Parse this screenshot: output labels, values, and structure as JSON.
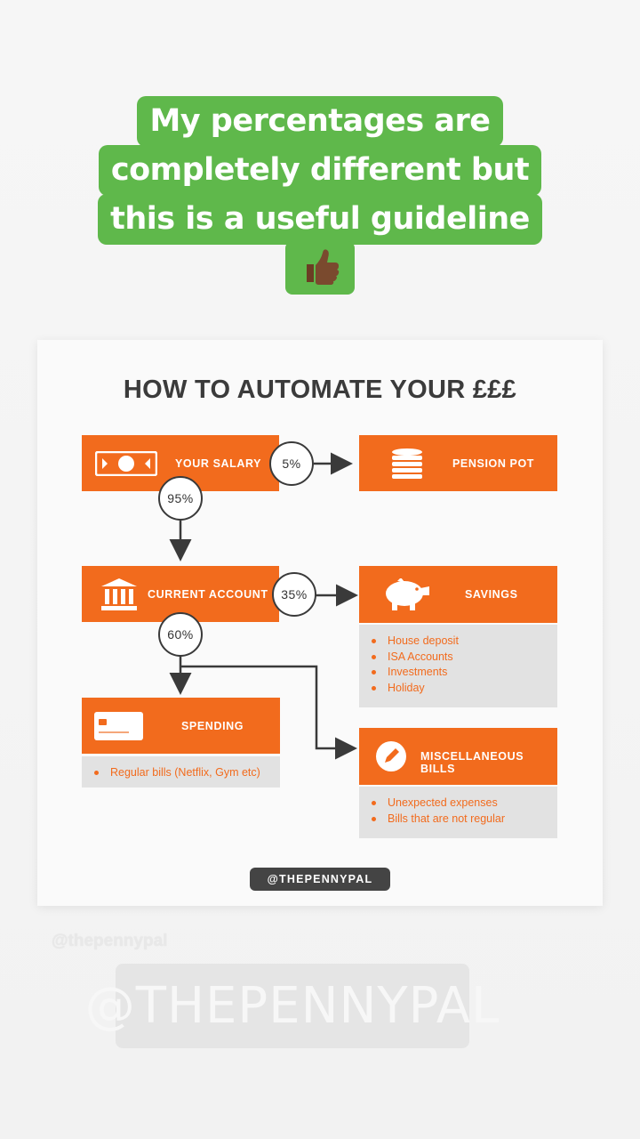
{
  "caption": {
    "lines": [
      "My percentages are",
      "completely different but",
      "this is a useful guideline"
    ],
    "emoji": "thumbs-up"
  },
  "infographic": {
    "title": "HOW TO AUTOMATE YOUR £££",
    "salary_label": "YOUR SALARY",
    "pension_label": "PENSION POT",
    "current_account_label": "CURRENT ACCOUNT",
    "savings_label": "SAVINGS",
    "spending_label": "SPENDING",
    "misc_label": "MISCELLANEOUS BILLS",
    "pct_pension": "5%",
    "pct_current": "95%",
    "pct_savings": "35%",
    "pct_spending": "60%",
    "savings_items": [
      "House deposit",
      "ISA Accounts",
      "Investments",
      "Holiday"
    ],
    "spending_items": [
      "Regular bills (Netflix, Gym etc)"
    ],
    "misc_items": [
      "Unexpected expenses",
      "Bills that are not regular"
    ],
    "handle_tag": "@THEPENNYPAL",
    "colors": {
      "accent": "#f26b1d",
      "caption_bg": "#5fb84b",
      "grey_box": "#e2e2e2"
    }
  },
  "watermarks": {
    "small": "@thepennypal",
    "big": "@THEPENNYPAL"
  }
}
